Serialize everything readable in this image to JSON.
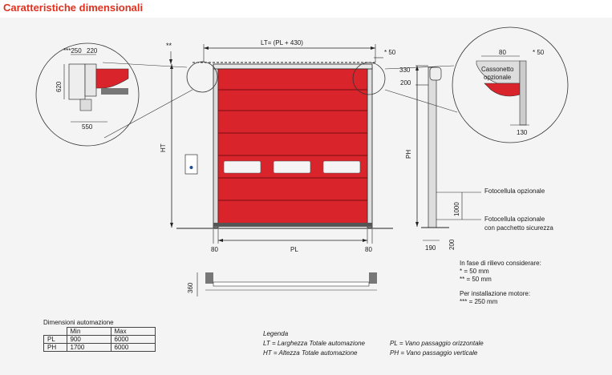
{
  "title": "Caratteristiche dimensionali",
  "dims": {
    "lt": "LT= (PL + 430)",
    "star2": "**",
    "star1_50": "* 50",
    "ht": "HT",
    "pl": "PL",
    "ph": "PH",
    "side80_left": "80",
    "side80_right": "80",
    "d330": "330",
    "d200": "200",
    "d190": "190",
    "d200_bottom": "200",
    "d1000": "1000",
    "d360": "360"
  },
  "detail_left": {
    "d250": "***250",
    "d220": "220",
    "d620": "620",
    "d550": "550"
  },
  "detail_right": {
    "d80": "80",
    "d50": "* 50",
    "label": [
      "Cassonetto",
      "opzionale"
    ],
    "d130": "130"
  },
  "labels": {
    "fotocellula": "Fotocellula opzionale",
    "fotocellula2": [
      "Fotocellula opzionale",
      "con pacchetto sicurezza"
    ]
  },
  "notes": {
    "intro": "In fase di rilievo considerare:",
    "n1": "*   = 50 mm",
    "n2": "** = 50 mm",
    "motor_intro": "Per installazione motore:",
    "n3": "*** = 250 mm"
  },
  "table": {
    "title": "Dimensioni automazione",
    "headers": [
      "Min",
      "Max"
    ],
    "rows": [
      {
        "label": "PL",
        "min": "900",
        "max": "6000"
      },
      {
        "label": "PH",
        "min": "1700",
        "max": "6000"
      }
    ]
  },
  "legend": {
    "title": "Legenda",
    "lt": "LT  =  Larghezza Totale automazione",
    "ht": "HT  =  Altezza Totale automazione",
    "pl": "PL  =  Vano passaggio orizzontale",
    "ph": "PH  =  Vano passaggio verticale"
  },
  "colors": {
    "accent": "#e0301e",
    "door": "#d9242b",
    "door_light": "#e63b3f",
    "line": "#222222"
  }
}
